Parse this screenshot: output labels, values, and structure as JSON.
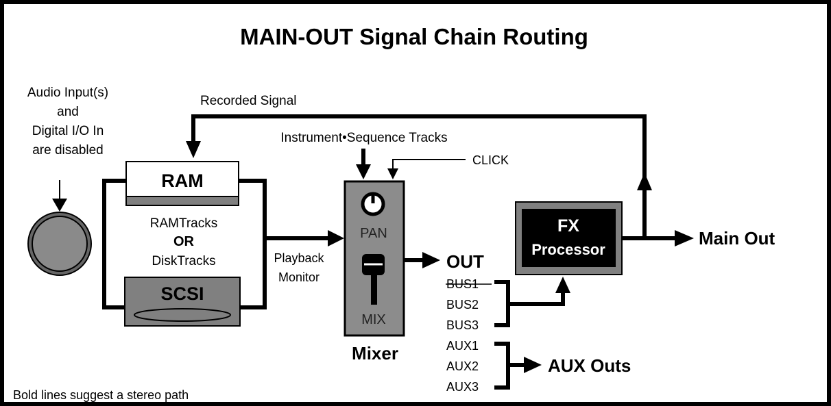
{
  "title": "MAIN-OUT Signal Chain Routing",
  "audio_input_note": [
    "Audio Input(s)",
    "and",
    "Digital I/O In",
    "are disabled"
  ],
  "recorded_signal": "Recorded Signal",
  "instrument_tracks": "Instrument•Sequence Tracks",
  "click": "CLICK",
  "ram": "RAM",
  "track_types": [
    "RAMTracks",
    "OR",
    "DiskTracks"
  ],
  "scsi": "SCSI",
  "playback_monitor": [
    "Playback",
    "Monitor"
  ],
  "mixer": {
    "pan": "PAN",
    "mix": "MIX",
    "name": "Mixer"
  },
  "out": "OUT",
  "buses": [
    "BUS1",
    "BUS2",
    "BUS3"
  ],
  "aux": [
    "AUX1",
    "AUX2",
    "AUX3"
  ],
  "aux_outs": "AUX Outs",
  "fx": [
    "FX",
    "Processor"
  ],
  "main_out": "Main Out",
  "footnote": "Bold lines suggest a stereo path",
  "colors": {
    "box_gray": "#808080",
    "mixer_gray": "#8c8c8c",
    "fx_black": "#000000",
    "knob_gray": "#7a7a7a"
  }
}
